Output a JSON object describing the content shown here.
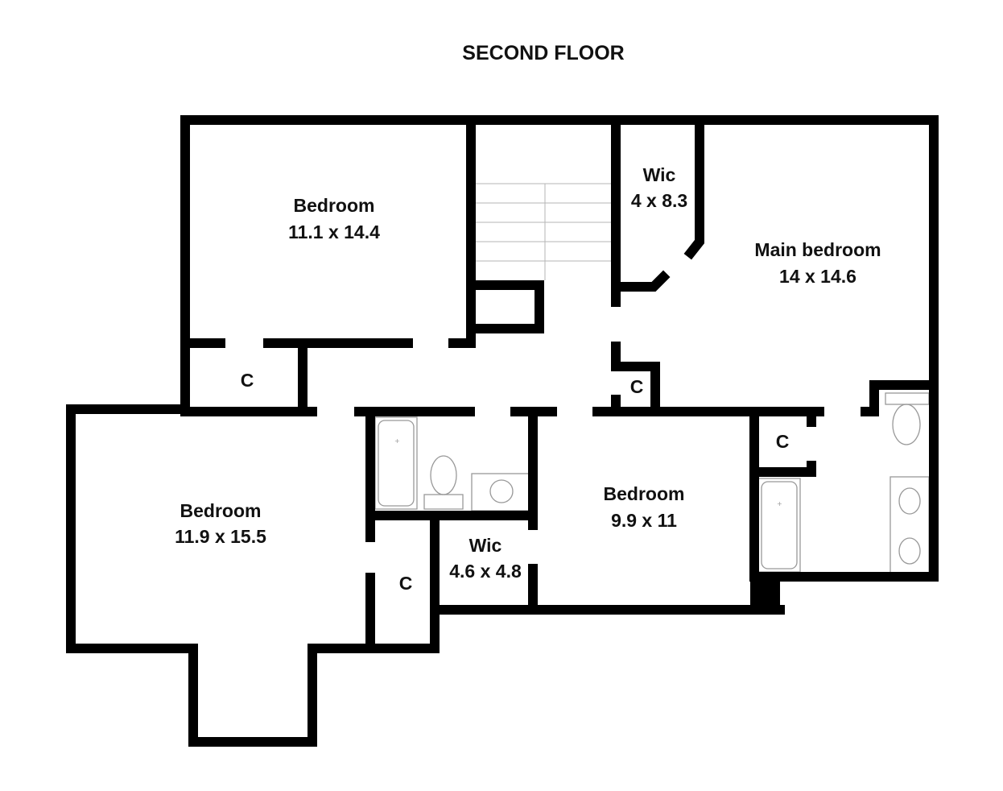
{
  "title": "SECOND FLOOR",
  "rooms": {
    "bedroom_nw": {
      "name": "Bedroom",
      "size": "11.1 x 14.4"
    },
    "wic_n": {
      "name": "Wic",
      "size": "4 x 8.3"
    },
    "main_bedroom": {
      "name": "Main bedroom",
      "size": "14 x 14.6"
    },
    "bedroom_sw": {
      "name": "Bedroom",
      "size": "11.9 x 15.5"
    },
    "bedroom_mid": {
      "name": "Bedroom",
      "size": "9.9 x 11"
    },
    "wic_s": {
      "name": "Wic",
      "size": "4.6 x 4.8"
    }
  },
  "closets": {
    "c1": "C",
    "c2": "C",
    "c3": "C",
    "c4": "C"
  }
}
